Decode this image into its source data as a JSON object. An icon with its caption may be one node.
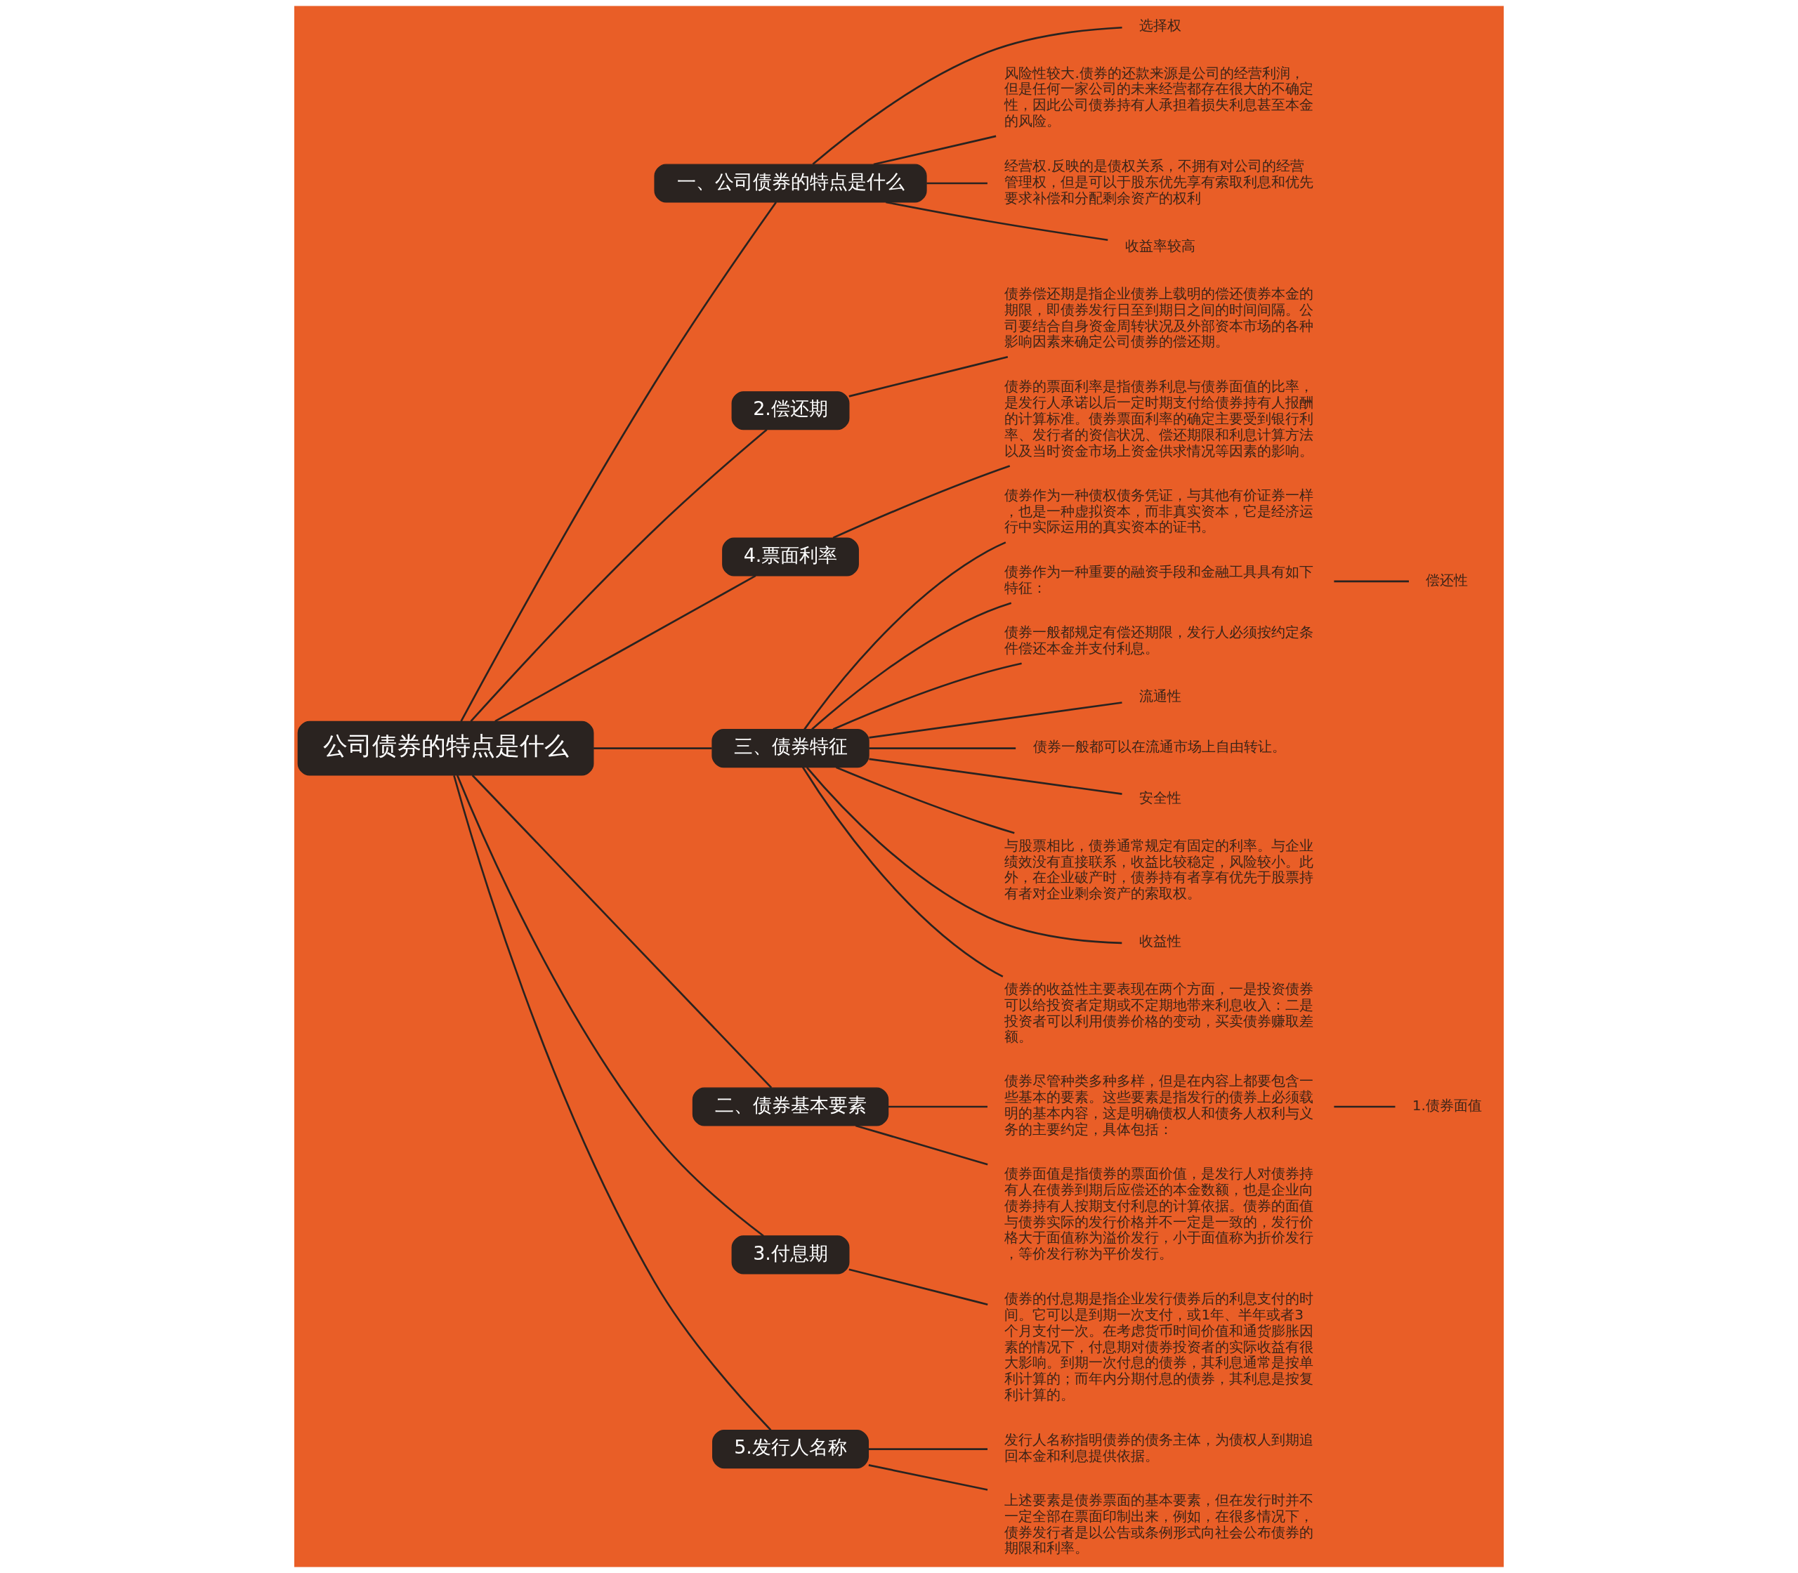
{
  "diagram": {
    "nodes": [
      {
        "text": [
          "公司债券的特点是什么"
        ]
      },
      {
        "text": [
          "一、公司债券的特点是什么"
        ]
      },
      {
        "text": [
          "选择权"
        ]
      },
      {
        "text": [
          "风险性较大.债券的还款来源是公司的经营利润，但是任何一家公司的未来经营都存在很大的不确定性，因此公司债券持有人承担着损失利息甚至本金的风险。"
        ]
      },
      {
        "text": [
          "经营权.反映的是债权关系，不拥有对公司的经营管理权，但是可以于股东优先享有索取利息和优先要求补偿和分配剩余资产的权利"
        ]
      },
      {
        "text": [
          "收益率较高"
        ]
      },
      {
        "text": [
          "2.偿还期"
        ]
      },
      {
        "text": [
          "债券偿还期是指企业债券上载明的偿还债券本金的期限，即债券发行日至到期日之间的时间间隔。公司要结合自身资金周转状况及外部资本市场的各种影响因素来确定公司债券的偿还期。"
        ]
      },
      {
        "text": [
          "4.票面利率"
        ]
      },
      {
        "text": [
          "债券的票面利率是指债券利息与债券面值的比率，是发行人承诺以后一定时期支付给债券持有人报酬的计算标准。债券票面利率的确定主要受到银行利率、发行者的资信状况、偿还期限和利息计算方法以及当时资金市场上资金供求情况等因素的影响。"
        ]
      },
      {
        "text": [
          "三、债券特征"
        ]
      },
      {
        "text": [
          "债券作为一种债权债务凭证，与其他有价证券一样，也是一种虚拟资本，而非真实资本，它是经济运行中实际运用的真实资本的证书。"
        ]
      },
      {
        "text": [
          "债券作为一种重要的融资手段和金融工具具有如下特征："
        ]
      },
      {
        "text": [
          "偿还性"
        ]
      },
      {
        "text": [
          "债券一般都规定有偿还期限，发行人必须按约定条件偿还本金并支付利息。"
        ]
      },
      {
        "text": [
          "流通性"
        ]
      },
      {
        "text": [
          "债券一般都可以在流通市场上自由转让。"
        ]
      },
      {
        "text": [
          "安全性"
        ]
      },
      {
        "text": [
          "与股票相比，债券通常规定有固定的利率。与企业绩效没有直接联系，收益比较稳定，风险较小。此外，在企业破产时，债券持有者享有优先于股票持有者对企业剩余资产的索取权。"
        ]
      },
      {
        "text": [
          "收益性"
        ]
      },
      {
        "text": [
          "债券的收益性主要表现在两个方面，一是投资债券可以给投资者定期或不定期地带来利息收入：二是投资者可以利用债券价格的变动，买卖债券赚取差额。"
        ]
      },
      {
        "text": [
          "二、债券基本要素"
        ]
      },
      {
        "text": [
          "债券尽管种类多种多样，但是在内容上都要包含一些基本的要素。这些要素是指发行的债券上必须载明的基本内容，这是明确债权人和债务人权利与义务的主要约定，具体包括："
        ]
      },
      {
        "text": [
          "1.债券面值"
        ]
      },
      {
        "text": [
          "债券面值是指债券的票面价值，是发行人对债券持有人在债券到期后应偿还的本金数额，也是企业向债券持有人按期支付利息的计算依据。债券的面值与债券实际的发行价格并不一定是一致的，发行价格大于面值称为溢价发行，小于面值称为折价发行，等价发行称为平价发行。"
        ]
      },
      {
        "text": [
          "3.付息期"
        ]
      },
      {
        "text": [
          "债券的付息期是指企业发行债券后的利息支付的时间。它可以是到期一次支付，或1年、半年或者3个月支付一次。在考虑货币时间价值和通货膨胀因素的情况下，付息期对债券投资者的实际收益有很大影响。到期一次付息的债券，其利息通常是按单利计算的；而年内分期付息的债券，其利息是按复利计算的。"
        ]
      },
      {
        "text": [
          "5.发行人名称"
        ]
      },
      {
        "text": [
          "发行人名称指明债券的债务主体，为债权人到期追回本金和利息提供依据。"
        ]
      },
      {
        "text": [
          "上述要素是债券票面的基本要素，但在发行时并不一定全部在票面印制出来，例如，在很多情况下，债券发行者是以公告或条例形式向社会公布债券的期限和利率。"
        ]
      }
    ],
    "edges": [
      {
        "from": 0,
        "to": 1,
        "arrow": "none"
      },
      {
        "from": 1,
        "to": 2,
        "arrow": "none"
      },
      {
        "from": 1,
        "to": 3,
        "arrow": "none"
      },
      {
        "from": 1,
        "to": 4,
        "arrow": "none"
      },
      {
        "from": 1,
        "to": 5,
        "arrow": "none"
      },
      {
        "from": 0,
        "to": 6,
        "arrow": "none"
      },
      {
        "from": 6,
        "to": 7,
        "arrow": "none"
      },
      {
        "from": 0,
        "to": 8,
        "arrow": "none"
      },
      {
        "from": 8,
        "to": 9,
        "arrow": "none"
      },
      {
        "from": 0,
        "to": 10,
        "arrow": "none"
      },
      {
        "from": 10,
        "to": 11,
        "arrow": "none"
      },
      {
        "from": 10,
        "to": 12,
        "arrow": "none"
      },
      {
        "from": 12,
        "to": 13,
        "arrow": "none"
      },
      {
        "from": 10,
        "to": 14,
        "arrow": "none"
      },
      {
        "from": 10,
        "to": 15,
        "arrow": "none"
      },
      {
        "from": 10,
        "to": 16,
        "arrow": "none"
      },
      {
        "from": 10,
        "to": 17,
        "arrow": "none"
      },
      {
        "from": 10,
        "to": 18,
        "arrow": "none"
      },
      {
        "from": 10,
        "to": 19,
        "arrow": "none"
      },
      {
        "from": 10,
        "to": 20,
        "arrow": "none"
      },
      {
        "from": 0,
        "to": 21,
        "arrow": "none"
      },
      {
        "from": 21,
        "to": 22,
        "arrow": "none"
      },
      {
        "from": 22,
        "to": 23,
        "arrow": "none"
      },
      {
        "from": 21,
        "to": 24,
        "arrow": "none"
      },
      {
        "from": 0,
        "to": 25,
        "arrow": "none"
      },
      {
        "from": 25,
        "to": 26,
        "arrow": "none"
      },
      {
        "from": 0,
        "to": 27,
        "arrow": "none"
      },
      {
        "from": 27,
        "to": 28,
        "arrow": "none"
      },
      {
        "from": 27,
        "to": 29,
        "arrow": "none"
      }
    ]
  }
}
